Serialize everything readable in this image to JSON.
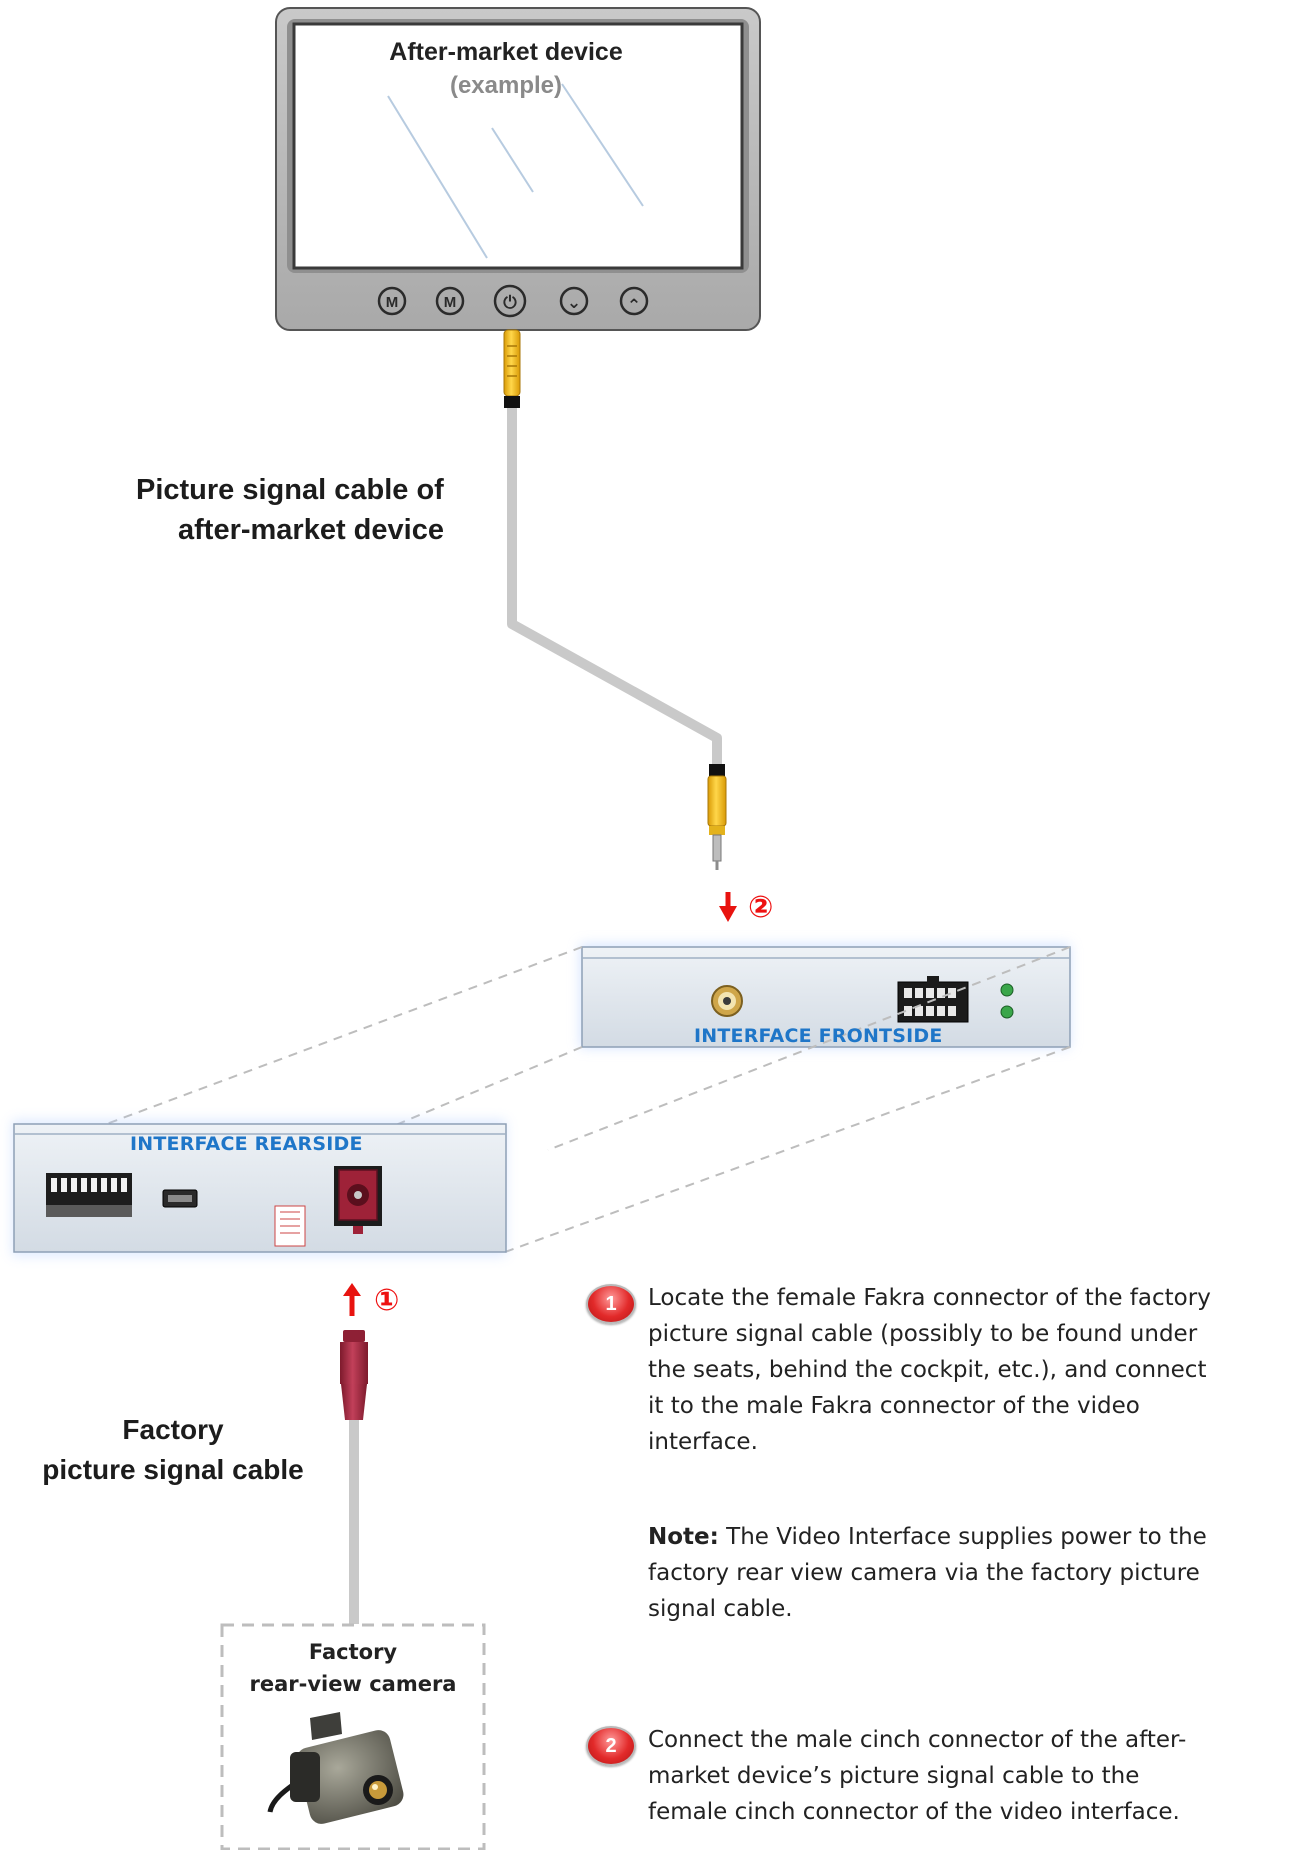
{
  "monitor": {
    "title": "After-market device",
    "subtitle": "(example)",
    "buttons": [
      "M",
      "M",
      "⏻",
      "⌄",
      "⌃"
    ]
  },
  "labels": {
    "aftermarket_cable": [
      "Picture signal cable of",
      "after-market device"
    ],
    "factory_cable": [
      "Factory",
      "picture signal cable"
    ],
    "interface_front": "INTERFACE FRONTSIDE",
    "interface_rear": "INTERFACE REARSIDE",
    "camera": [
      "Factory",
      "rear-view camera"
    ]
  },
  "markers": {
    "step1": "①",
    "step2": "②"
  },
  "steps": [
    {
      "number": "1",
      "lines": [
        "Locate the female Fakra connector of the factory",
        "picture signal cable (possibly to be found under",
        "the seats, behind the cockpit, etc.), and connect",
        "it to the male Fakra connector of the video",
        "interface."
      ]
    },
    {
      "number": "2",
      "lines": [
        "Connect the male cinch connector of the after-",
        "market device’s picture signal cable to the",
        "female cinch connector of the video interface."
      ]
    }
  ],
  "note": {
    "label": "Note:",
    "lines": [
      " The Video Interface supplies power to the",
      "factory rear view camera via the factory picture",
      "signal cable."
    ]
  },
  "colors": {
    "cable": "#c9c9c9",
    "cinch_yellow": "#f5c12e",
    "fakra_red": "#a8273f",
    "arrow_red": "#e8130f",
    "interface_blue": "#1f76c8",
    "box_fill": "#dfe6ee"
  }
}
